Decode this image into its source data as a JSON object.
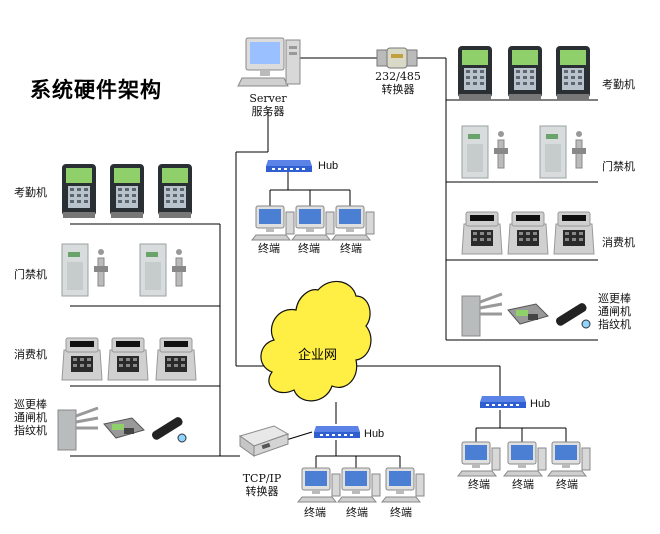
{
  "title": "系统硬件架构",
  "server": {
    "line1": "Server",
    "line2": "服务器"
  },
  "converter_top": {
    "line1": "232/485",
    "line2": "转换器"
  },
  "converter_tcp": {
    "line1": "TCP/IP",
    "line2": "转换器"
  },
  "cloud_label": "企业网",
  "hub_label": "Hub",
  "terminal_label": "终端",
  "left_labels": {
    "attendance": "考勤机",
    "access": "门禁机",
    "consumption": "消费机",
    "patrol": "巡更棒",
    "gate": "通闸机",
    "fingerprint": "指纹机"
  },
  "right_labels": {
    "attendance": "考勤机",
    "access": "门禁机",
    "consumption": "消费机",
    "patrol": "巡更棒",
    "gate": "通闸机",
    "fingerprint": "指纹机"
  },
  "colors": {
    "cloud": "#ffee44",
    "hub": "#2f5fd0",
    "line": "#000000",
    "attendance_screen": "#8fd06a",
    "device_body": "#d6d6d6",
    "terminal_screen": "#4a7fd4"
  }
}
